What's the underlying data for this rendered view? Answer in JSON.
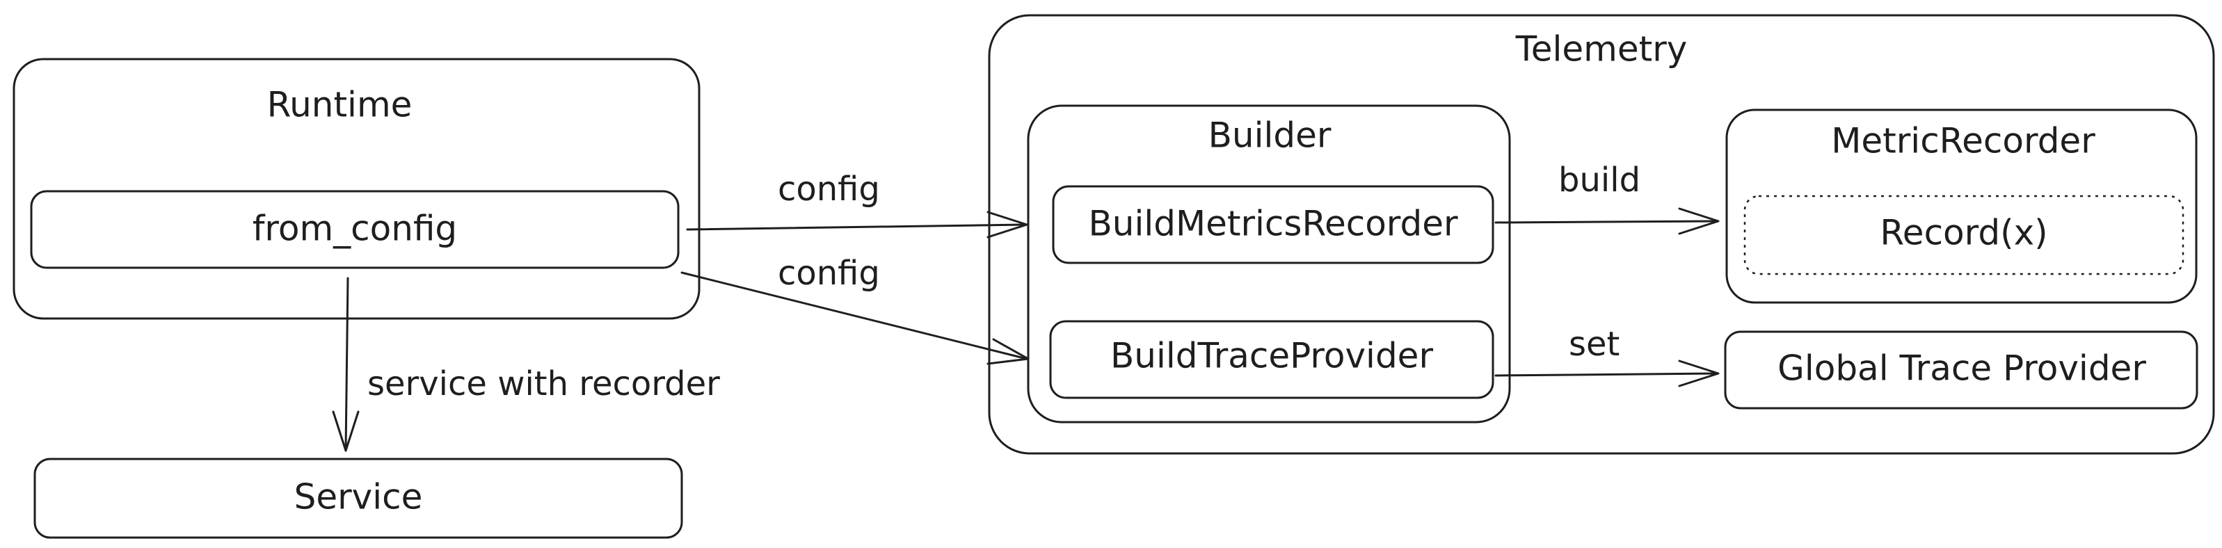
{
  "diagram": {
    "groups": {
      "runtime": "Runtime",
      "telemetry": "Telemetry",
      "builder": "Builder",
      "metric_recorder": "MetricRecorder"
    },
    "nodes": {
      "from_config": "from_config",
      "service": "Service",
      "build_metrics_recorder": "BuildMetricsRecorder",
      "build_trace_provider": "BuildTraceProvider",
      "record_x": "Record(x)",
      "global_trace_provider": "Global Trace Provider"
    },
    "edges": {
      "config_to_metrics": "config",
      "config_to_trace": "config",
      "service_with_recorder": "service with recorder",
      "build": "build",
      "set": "set"
    },
    "colors": {
      "stroke": "#1e1e1e",
      "background": "#ffffff"
    }
  }
}
